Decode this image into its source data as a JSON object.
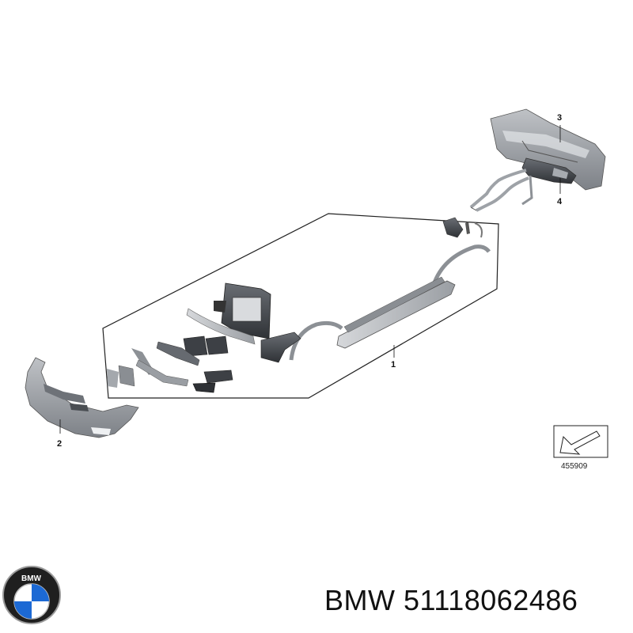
{
  "diagram": {
    "callouts": [
      {
        "id": "1",
        "label": "1"
      },
      {
        "id": "2",
        "label": "2"
      },
      {
        "id": "3",
        "label": "3"
      },
      {
        "id": "4",
        "label": "4"
      }
    ],
    "reference_number": "455909"
  },
  "logo": {
    "text": "BMW"
  },
  "footer": {
    "brand": "BMW",
    "part_number": "51118062486"
  }
}
